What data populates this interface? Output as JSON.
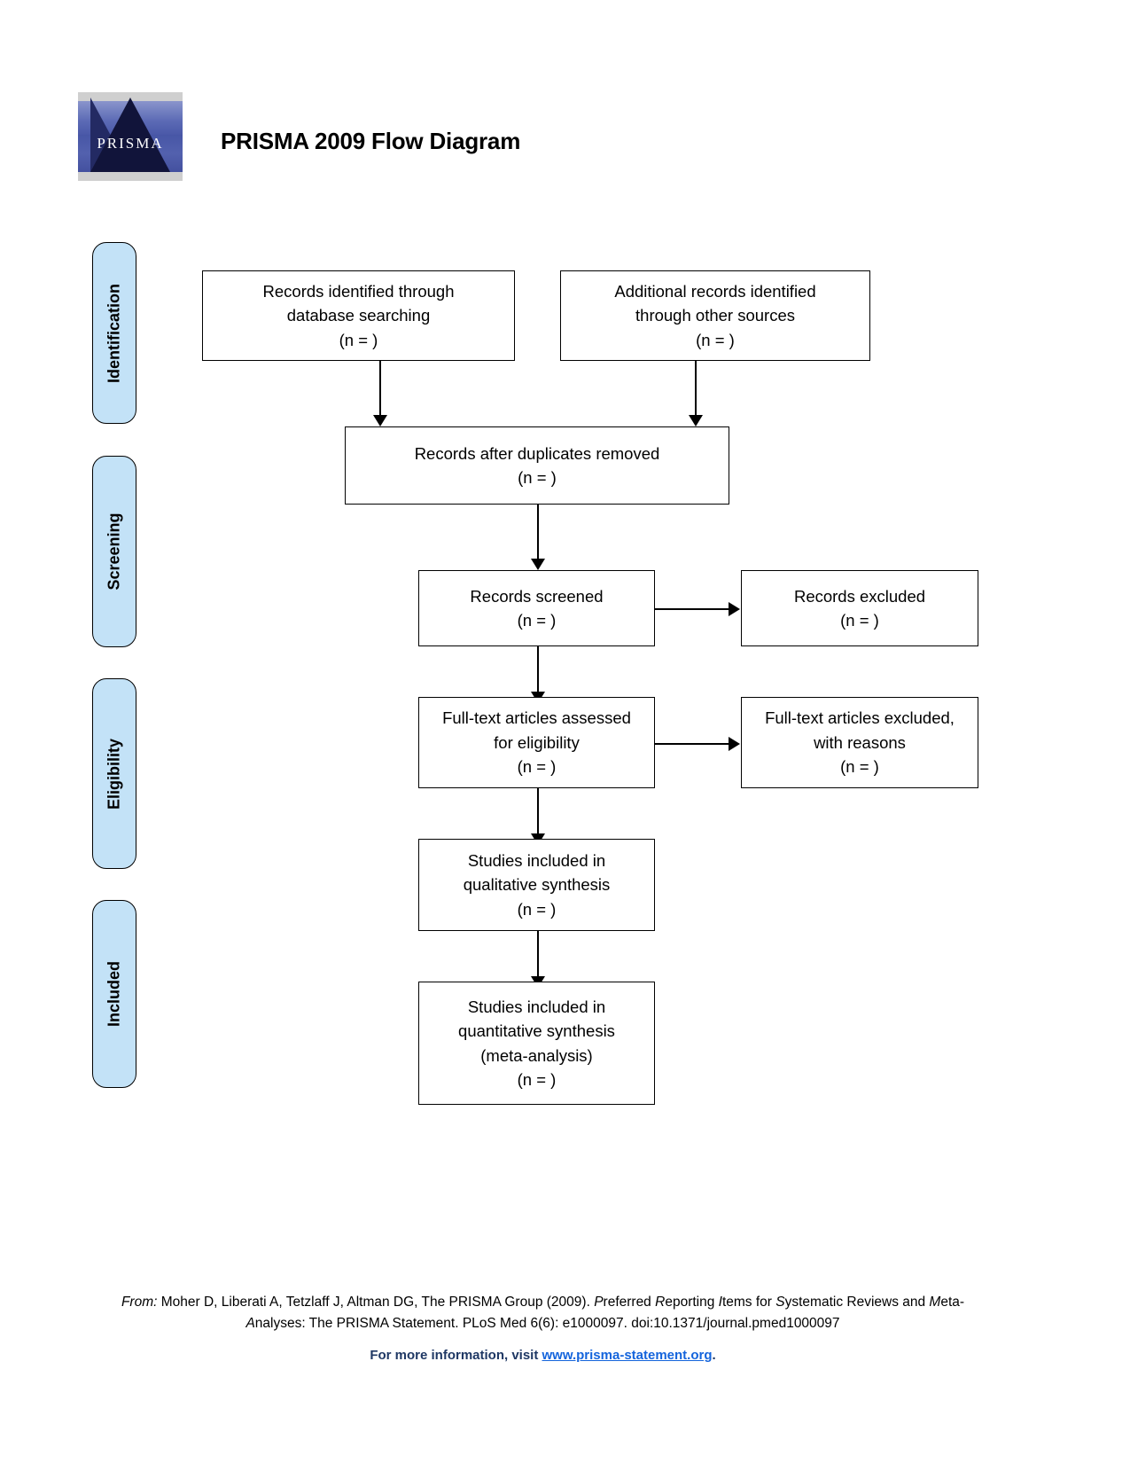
{
  "header": {
    "title": "PRISMA 2009 Flow Diagram",
    "logo_text": "PRISMA",
    "logo_name": "prisma-logo"
  },
  "stages": [
    {
      "id": "identification",
      "label": "Identification"
    },
    {
      "id": "screening",
      "label": "Screening"
    },
    {
      "id": "eligibility",
      "label": "Eligibility"
    },
    {
      "id": "included",
      "label": "Included"
    }
  ],
  "boxes": {
    "db_search": {
      "line1": "Records identified through",
      "line2": "database searching",
      "line3": "(n =   )"
    },
    "other_sources": {
      "line1": "Additional records identified",
      "line2": "through other sources",
      "line3": "(n =   )"
    },
    "duplicates_removed": {
      "line1": "Records after duplicates removed",
      "line2": "(n =   )"
    },
    "records_screened": {
      "line1": "Records screened",
      "line2": "(n =   )"
    },
    "records_excluded": {
      "line1": "Records excluded",
      "line2": "(n =   )"
    },
    "fulltext_assessed": {
      "line1": "Full-text articles assessed",
      "line2": "for eligibility",
      "line3": "(n =   )"
    },
    "fulltext_excluded": {
      "line1": "Full-text articles excluded,",
      "line2": "with reasons",
      "line3": "(n =   )"
    },
    "qualitative_synthesis": {
      "line1": "Studies included in",
      "line2": "qualitative synthesis",
      "line3": "(n =   )"
    },
    "quantitative_synthesis": {
      "line1": "Studies included in",
      "line2": "quantitative synthesis",
      "line3": "(meta-analysis)",
      "line4": "(n =   )"
    }
  },
  "footer": {
    "from_label": "From:",
    "citation_part1": " Moher D, Liberati A, Tetzlaff J, Altman DG, The PRISMA Group (2009). ",
    "italic_p": "P",
    "word_referred": "referred ",
    "italic_r": "R",
    "word_eporting": "eporting ",
    "italic_i": "I",
    "word_tems": "tems for ",
    "italic_s": "S",
    "word_ystematic": "ystematic Reviews and ",
    "italic_m": "M",
    "word_eta": "eta-",
    "italic_a": "A",
    "citation_part2": "nalyses: The PRISMA Statement. PLoS Med 6(6): e1000097. doi:10.1371/journal.pmed1000097",
    "info_prefix": "For more information, visit ",
    "url": "www.prisma-statement.org",
    "info_suffix": "."
  },
  "colors": {
    "stage_fill": "#c3e2f7",
    "border": "#000000",
    "link": "#1464dc",
    "link_label": "#1f3864"
  }
}
